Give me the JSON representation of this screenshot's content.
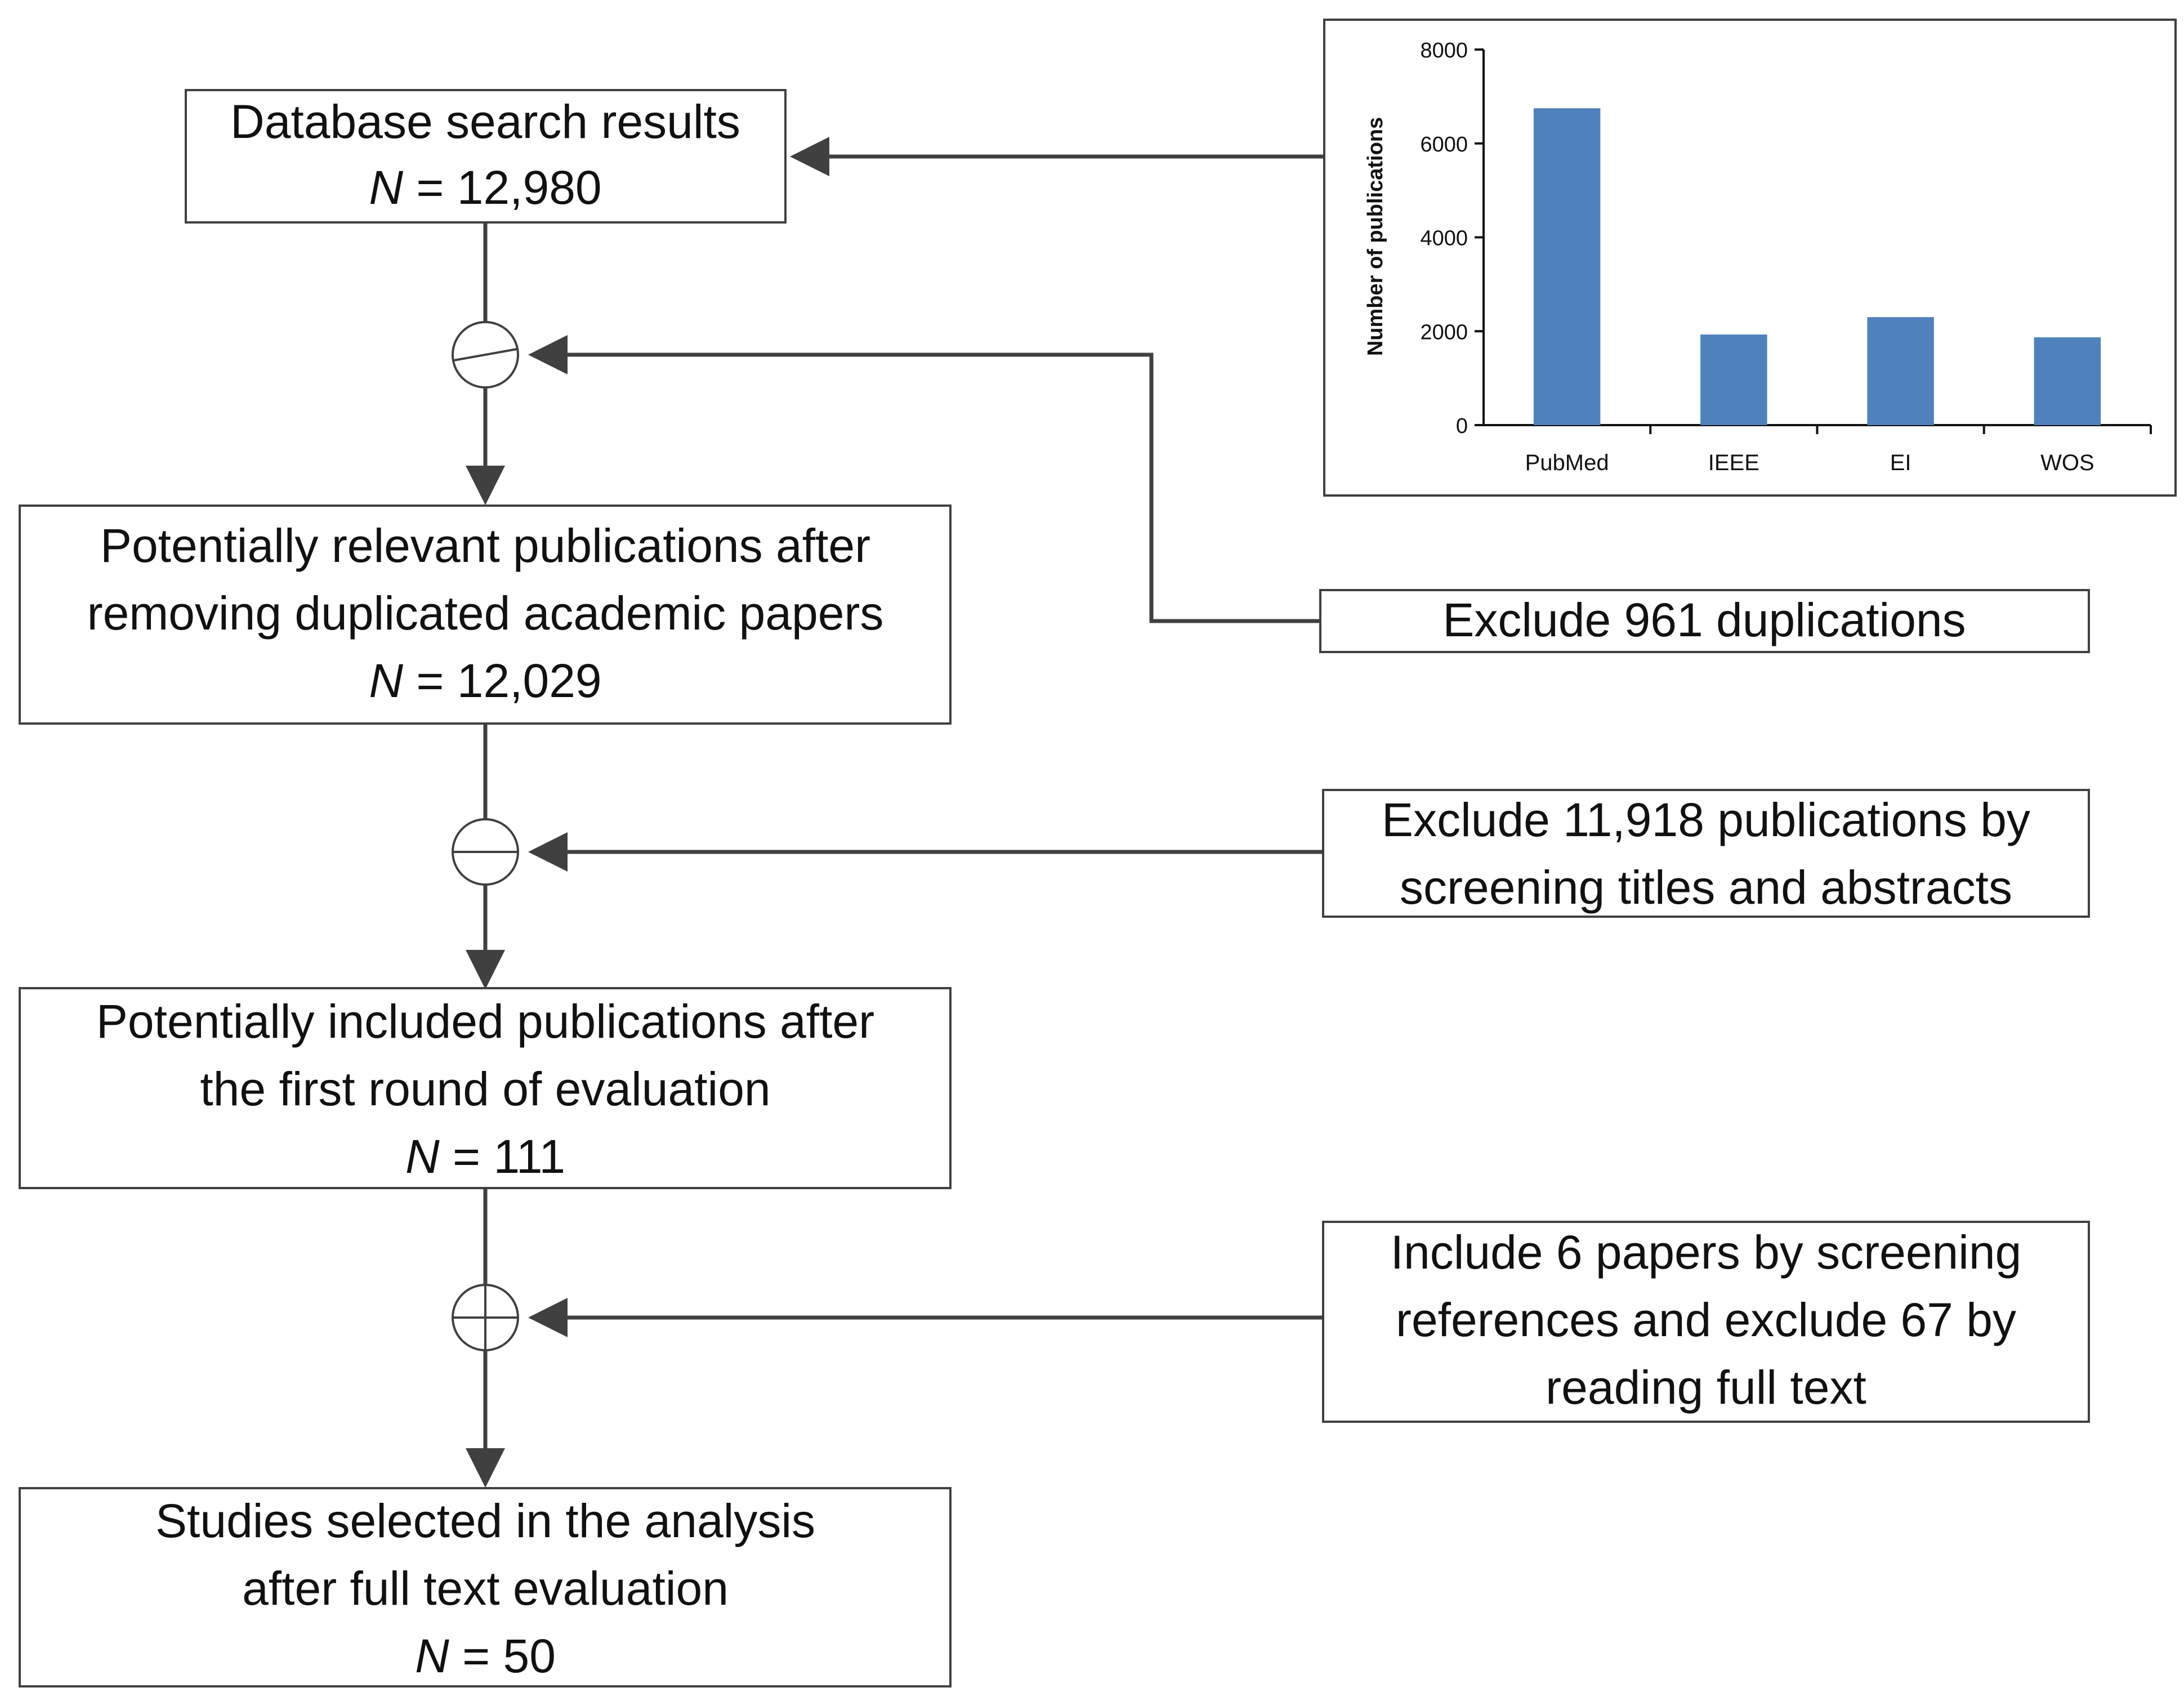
{
  "flow": {
    "database_search": {
      "line1": "Database search results",
      "n_prefix": "N",
      "n_value": " = 12,980"
    },
    "after_duplicates": {
      "line1": "Potentially relevant publications after",
      "line2": "removing duplicated academic papers",
      "n_prefix": "N",
      "n_value": " = 12,029"
    },
    "after_first_round": {
      "line1": "Potentially included publications after",
      "line2": "the first round of evaluation",
      "n_prefix": "N",
      "n_value": " = 111"
    },
    "selected": {
      "line1": "Studies selected in the analysis",
      "line2": "after full text evaluation",
      "n_prefix": "N",
      "n_value": " = 50"
    }
  },
  "side": {
    "exclude_duplicates": {
      "line1": "Exclude 961 duplications"
    },
    "exclude_screening": {
      "line1": "Exclude 11,918 publications by",
      "line2": "screening titles and abstracts"
    },
    "include_refs": {
      "line1": "Include 6 papers by screening",
      "line2": "references and exclude 67 by",
      "line3": "reading full text"
    }
  },
  "chart_data": {
    "type": "bar",
    "categories": [
      "PubMed",
      "IEEE",
      "EI",
      "WOS"
    ],
    "values": [
      6750,
      1930,
      2300,
      1870
    ],
    "ylabel": "Number of publications",
    "ylim": [
      0,
      8000
    ],
    "yticks": [
      "0",
      "2000",
      "4000",
      "6000",
      "8000"
    ],
    "grid": false,
    "bar_color": "#4f81bd"
  },
  "colors": {
    "line": "#404040",
    "box_border": "#404040"
  }
}
